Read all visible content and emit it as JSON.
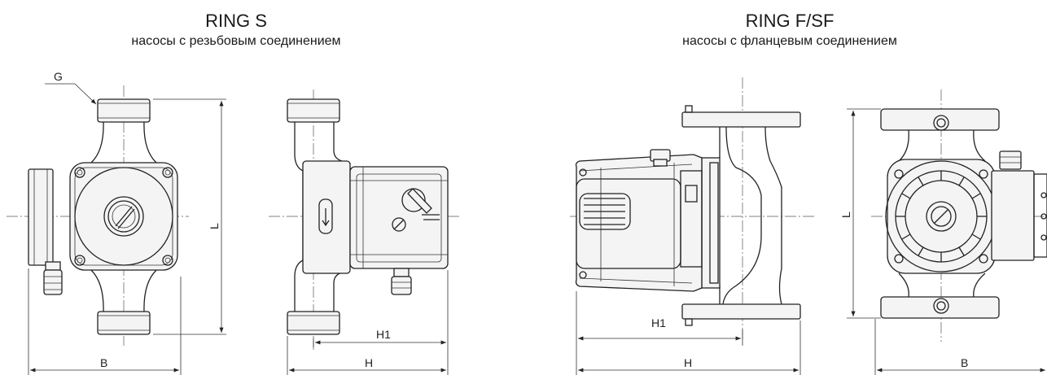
{
  "headings": {
    "left": {
      "model": "RING S",
      "description": "насосы с резьбовым соединением"
    },
    "right": {
      "model": "RING F/SF",
      "description": "насосы с фланцевым соединением"
    }
  },
  "dimensions": {
    "left_front": {
      "thread": "G",
      "length": "L",
      "width": "B"
    },
    "left_side": {
      "h1": "H1",
      "h": "H"
    },
    "right_side": {
      "h1": "H1",
      "h": "H"
    },
    "right_front": {
      "length": "L",
      "width": "B"
    }
  }
}
